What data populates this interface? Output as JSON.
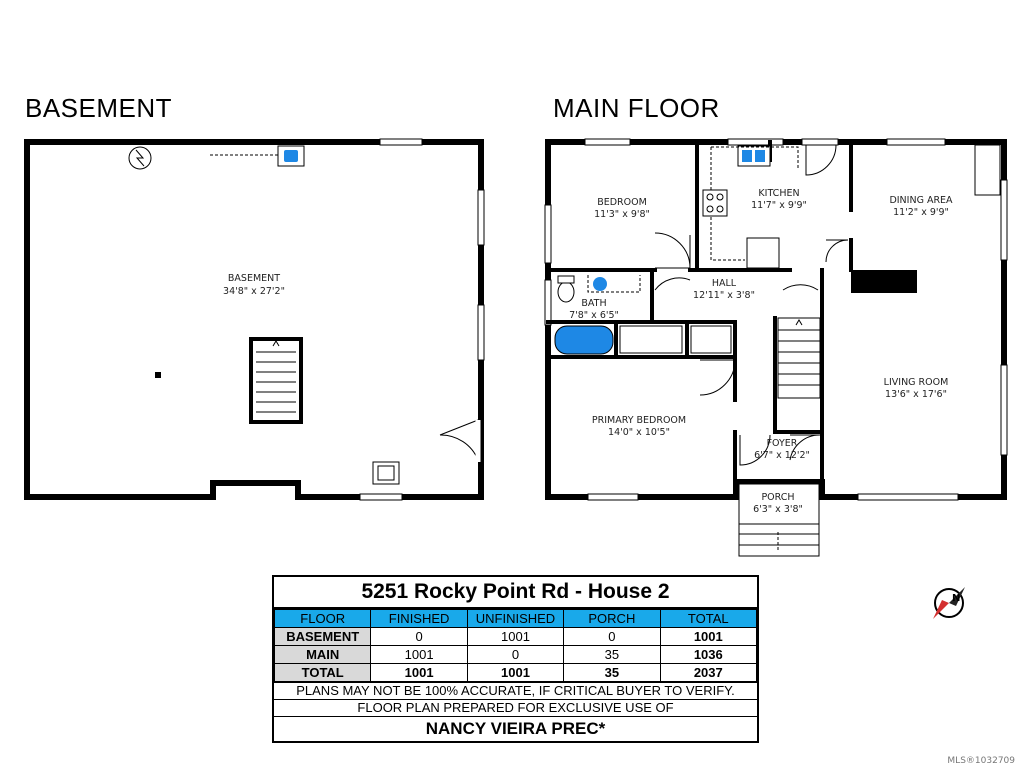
{
  "floors": {
    "basement_title": "BASEMENT",
    "main_title": "MAIN FLOOR"
  },
  "rooms": {
    "basement": {
      "name": "BASEMENT",
      "dims": "34'8\" x 27'2\""
    },
    "bedroom": {
      "name": "BEDROOM",
      "dims": "11'3\" x 9'8\""
    },
    "kitchen": {
      "name": "KITCHEN",
      "dims": "11'7\" x 9'9\""
    },
    "dining": {
      "name": "DINING AREA",
      "dims": "11'2\" x 9'9\""
    },
    "hall": {
      "name": "HALL",
      "dims": "12'11\" x 3'8\""
    },
    "bath": {
      "name": "BATH",
      "dims": "7'8\" x 6'5\""
    },
    "living": {
      "name": "LIVING ROOM",
      "dims": "13'6\" x 17'6\""
    },
    "primary": {
      "name": "PRIMARY BEDROOM",
      "dims": "14'0\" x 10'5\""
    },
    "foyer": {
      "name": "FOYER",
      "dims": "6'7\" x 12'2\""
    },
    "porch": {
      "name": "PORCH",
      "dims": "6'3\" x 3'8\""
    }
  },
  "summary": {
    "title": "5251 Rocky Point Rd - House 2",
    "headers": [
      "FLOOR",
      "FINISHED",
      "UNFINISHED",
      "PORCH",
      "TOTAL"
    ],
    "rows": [
      {
        "floor": "BASEMENT",
        "finished": "0",
        "unfinished": "1001",
        "porch": "0",
        "total": "1001"
      },
      {
        "floor": "MAIN",
        "finished": "1001",
        "unfinished": "0",
        "porch": "35",
        "total": "1036"
      },
      {
        "floor": "TOTAL",
        "finished": "1001",
        "unfinished": "1001",
        "porch": "35",
        "total": "2037"
      }
    ],
    "disclaimer": "PLANS MAY NOT BE 100% ACCURATE, IF CRITICAL BUYER TO VERIFY.",
    "prepared_for": "FLOOR PLAN PREPARED FOR EXCLUSIVE USE OF",
    "agent": "NANCY VIEIRA PREC*"
  },
  "compass_letter": "N",
  "mls": "MLS®1032709",
  "colors": {
    "fixture_blue": "#1e88e5",
    "header_blue": "#19a9ea",
    "row_gray": "#d9d9d9",
    "compass_red": "#d32f2f"
  }
}
